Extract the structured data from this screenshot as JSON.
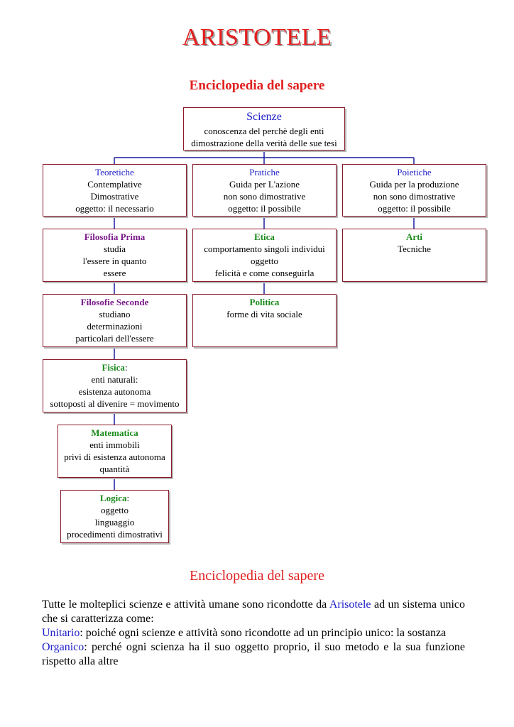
{
  "title": "ARISTOTELE",
  "subtitle": "Enciclopedia del sapere",
  "root": {
    "heading": "Scienze",
    "line1": "conoscenza del perchè degli enti",
    "line2": "dimostrazione della verità delle sue tesi"
  },
  "teoretiche": {
    "heading": "Teoretiche",
    "line1": "Contemplative",
    "line2": "Dimostrative",
    "line3": "oggetto: il necessario"
  },
  "pratiche": {
    "heading": "Pratiche",
    "line1": "Guida per L'azione",
    "line2": "non sono dimostrative",
    "line3": "oggetto: il possibile"
  },
  "poietiche": {
    "heading": "Poietiche",
    "line1": "Guida per la produzione",
    "line2": "non sono dimostrative",
    "line3": "oggetto: il possibile"
  },
  "filosofia_prima": {
    "heading": "Filosofia Prima",
    "line1": "studia",
    "line2": "l'essere in quanto",
    "line3": "essere"
  },
  "etica": {
    "heading": "Etica",
    "line1": "comportamento singoli individui",
    "line2": "oggetto",
    "line3": "felicità e come conseguirla"
  },
  "arti": {
    "heading": "Arti",
    "line1": "Tecniche"
  },
  "filosofie_seconde": {
    "heading": "Filosofie Seconde",
    "line1": "studiano",
    "line2": "determinazioni",
    "line3": "particolari dell'essere"
  },
  "politica": {
    "heading": "Politica",
    "line1": "forme di vita sociale"
  },
  "fisica": {
    "heading": "Fisica",
    "colon": ":",
    "line1": "enti naturali:",
    "line2": "esistenza autonoma",
    "line3": "sottoposti al divenire = movimento"
  },
  "matematica": {
    "heading": "Matematica",
    "line1": "enti immobili",
    "line2": "privi di esistenza autonoma",
    "line3": "quantità"
  },
  "logica": {
    "heading": "Logica",
    "colon": ":",
    "line1": "oggetto",
    "line2": "linguaggio",
    "line3": "procedimenti dimostrativi"
  },
  "section_title": "Enciclopedia del sapere",
  "paragraph": {
    "intro_a": "Tutte le molteplici scienze e attività umane sono ricondotte da ",
    "intro_name": "Arisotele",
    "intro_b": " ad un sistema unico che si caratterizza come:",
    "unitario_term": "Unitario",
    "unitario_text": ": poiché ogni scienze e attività sono ricondotte ad un principio unico: la sostanza",
    "organico_term": "Organico",
    "organico_text": ": perché ogni scienza ha il suo oggetto proprio, il suo metodo e la sua funzione rispetto alla altre"
  },
  "colors": {
    "title_red": "#e41e1e",
    "box_border": "#8b1a2a",
    "connector_blue": "#1a1aa0",
    "heading_blue": "#2020c8",
    "heading_purple": "#7a1a8a",
    "heading_green": "#1a8a1a"
  }
}
